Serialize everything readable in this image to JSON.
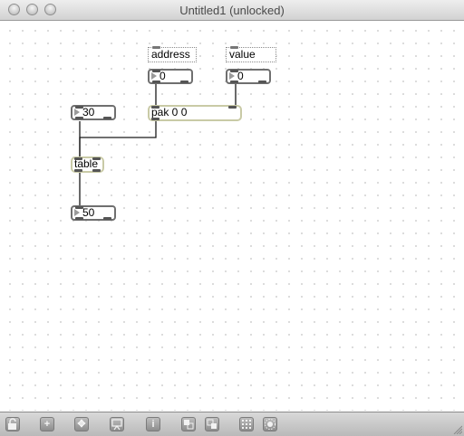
{
  "window": {
    "title": "Untitled1 (unlocked)"
  },
  "comments": {
    "address": "address",
    "value": "value"
  },
  "numbers": {
    "address_value": "0",
    "value_value": "0",
    "left_value": "30",
    "output_value": "50"
  },
  "objects": {
    "pak": "pak 0 0",
    "table": "table"
  },
  "toolbar": {
    "buttons": [
      {
        "name": "lock-icon",
        "glyph": ""
      },
      {
        "name": "add-icon",
        "glyph": "+"
      },
      {
        "name": "move-icon",
        "glyph": "✥"
      },
      {
        "name": "presentation-icon",
        "glyph": ""
      },
      {
        "name": "info-icon",
        "glyph": "i"
      },
      {
        "name": "front-icon",
        "glyph": ""
      },
      {
        "name": "back-icon",
        "glyph": ""
      },
      {
        "name": "grid-icon",
        "glyph": ""
      },
      {
        "name": "snap-icon",
        "glyph": ""
      }
    ]
  }
}
